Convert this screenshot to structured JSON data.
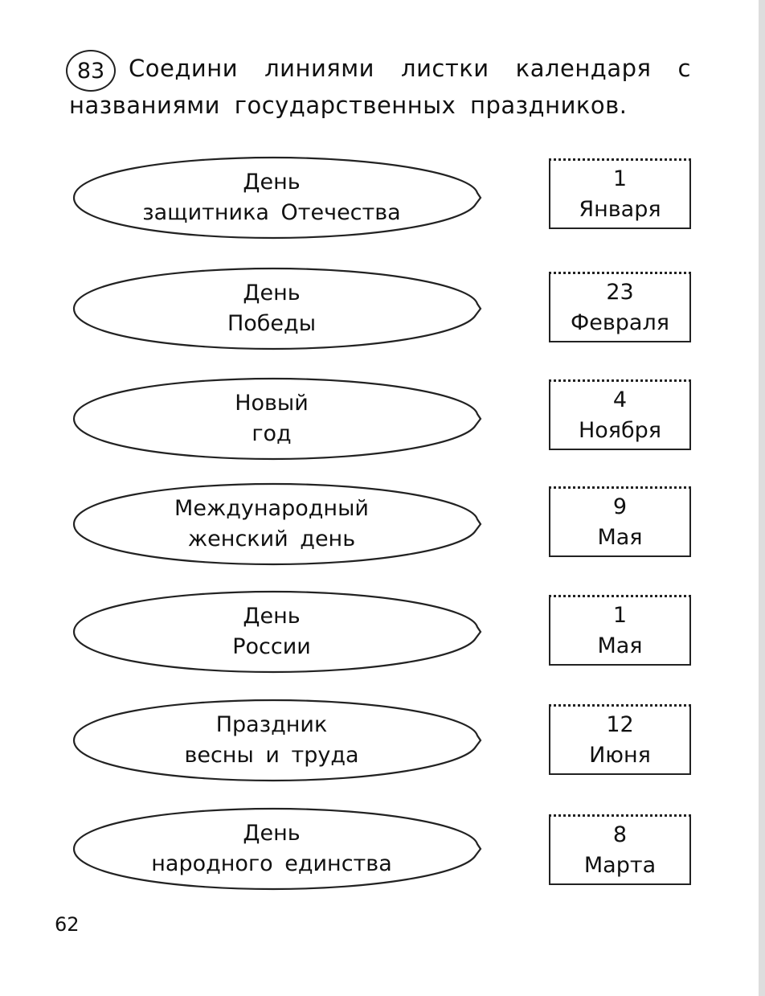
{
  "exercise": {
    "number": "83",
    "instruction_line1": "Соедини линиями листки календаря с",
    "instruction_line2": "названиями государственных праздников."
  },
  "holidays": [
    {
      "line1": "День",
      "line2": "защитника Отечества"
    },
    {
      "line1": "День",
      "line2": "Победы"
    },
    {
      "line1": "Новый",
      "line2": "год"
    },
    {
      "line1": "Международный",
      "line2": "женский день"
    },
    {
      "line1": "День",
      "line2": "России"
    },
    {
      "line1": "Праздник",
      "line2": "весны и труда"
    },
    {
      "line1": "День",
      "line2": "народного единства"
    }
  ],
  "calendar_sheets": [
    {
      "day": "1",
      "month": "Января"
    },
    {
      "day": "23",
      "month": "Февраля"
    },
    {
      "day": "4",
      "month": "Ноября"
    },
    {
      "day": "9",
      "month": "Мая"
    },
    {
      "day": "1",
      "month": "Мая"
    },
    {
      "day": "12",
      "month": "Июня"
    },
    {
      "day": "8",
      "month": "Марта"
    }
  ],
  "page_number": "62"
}
